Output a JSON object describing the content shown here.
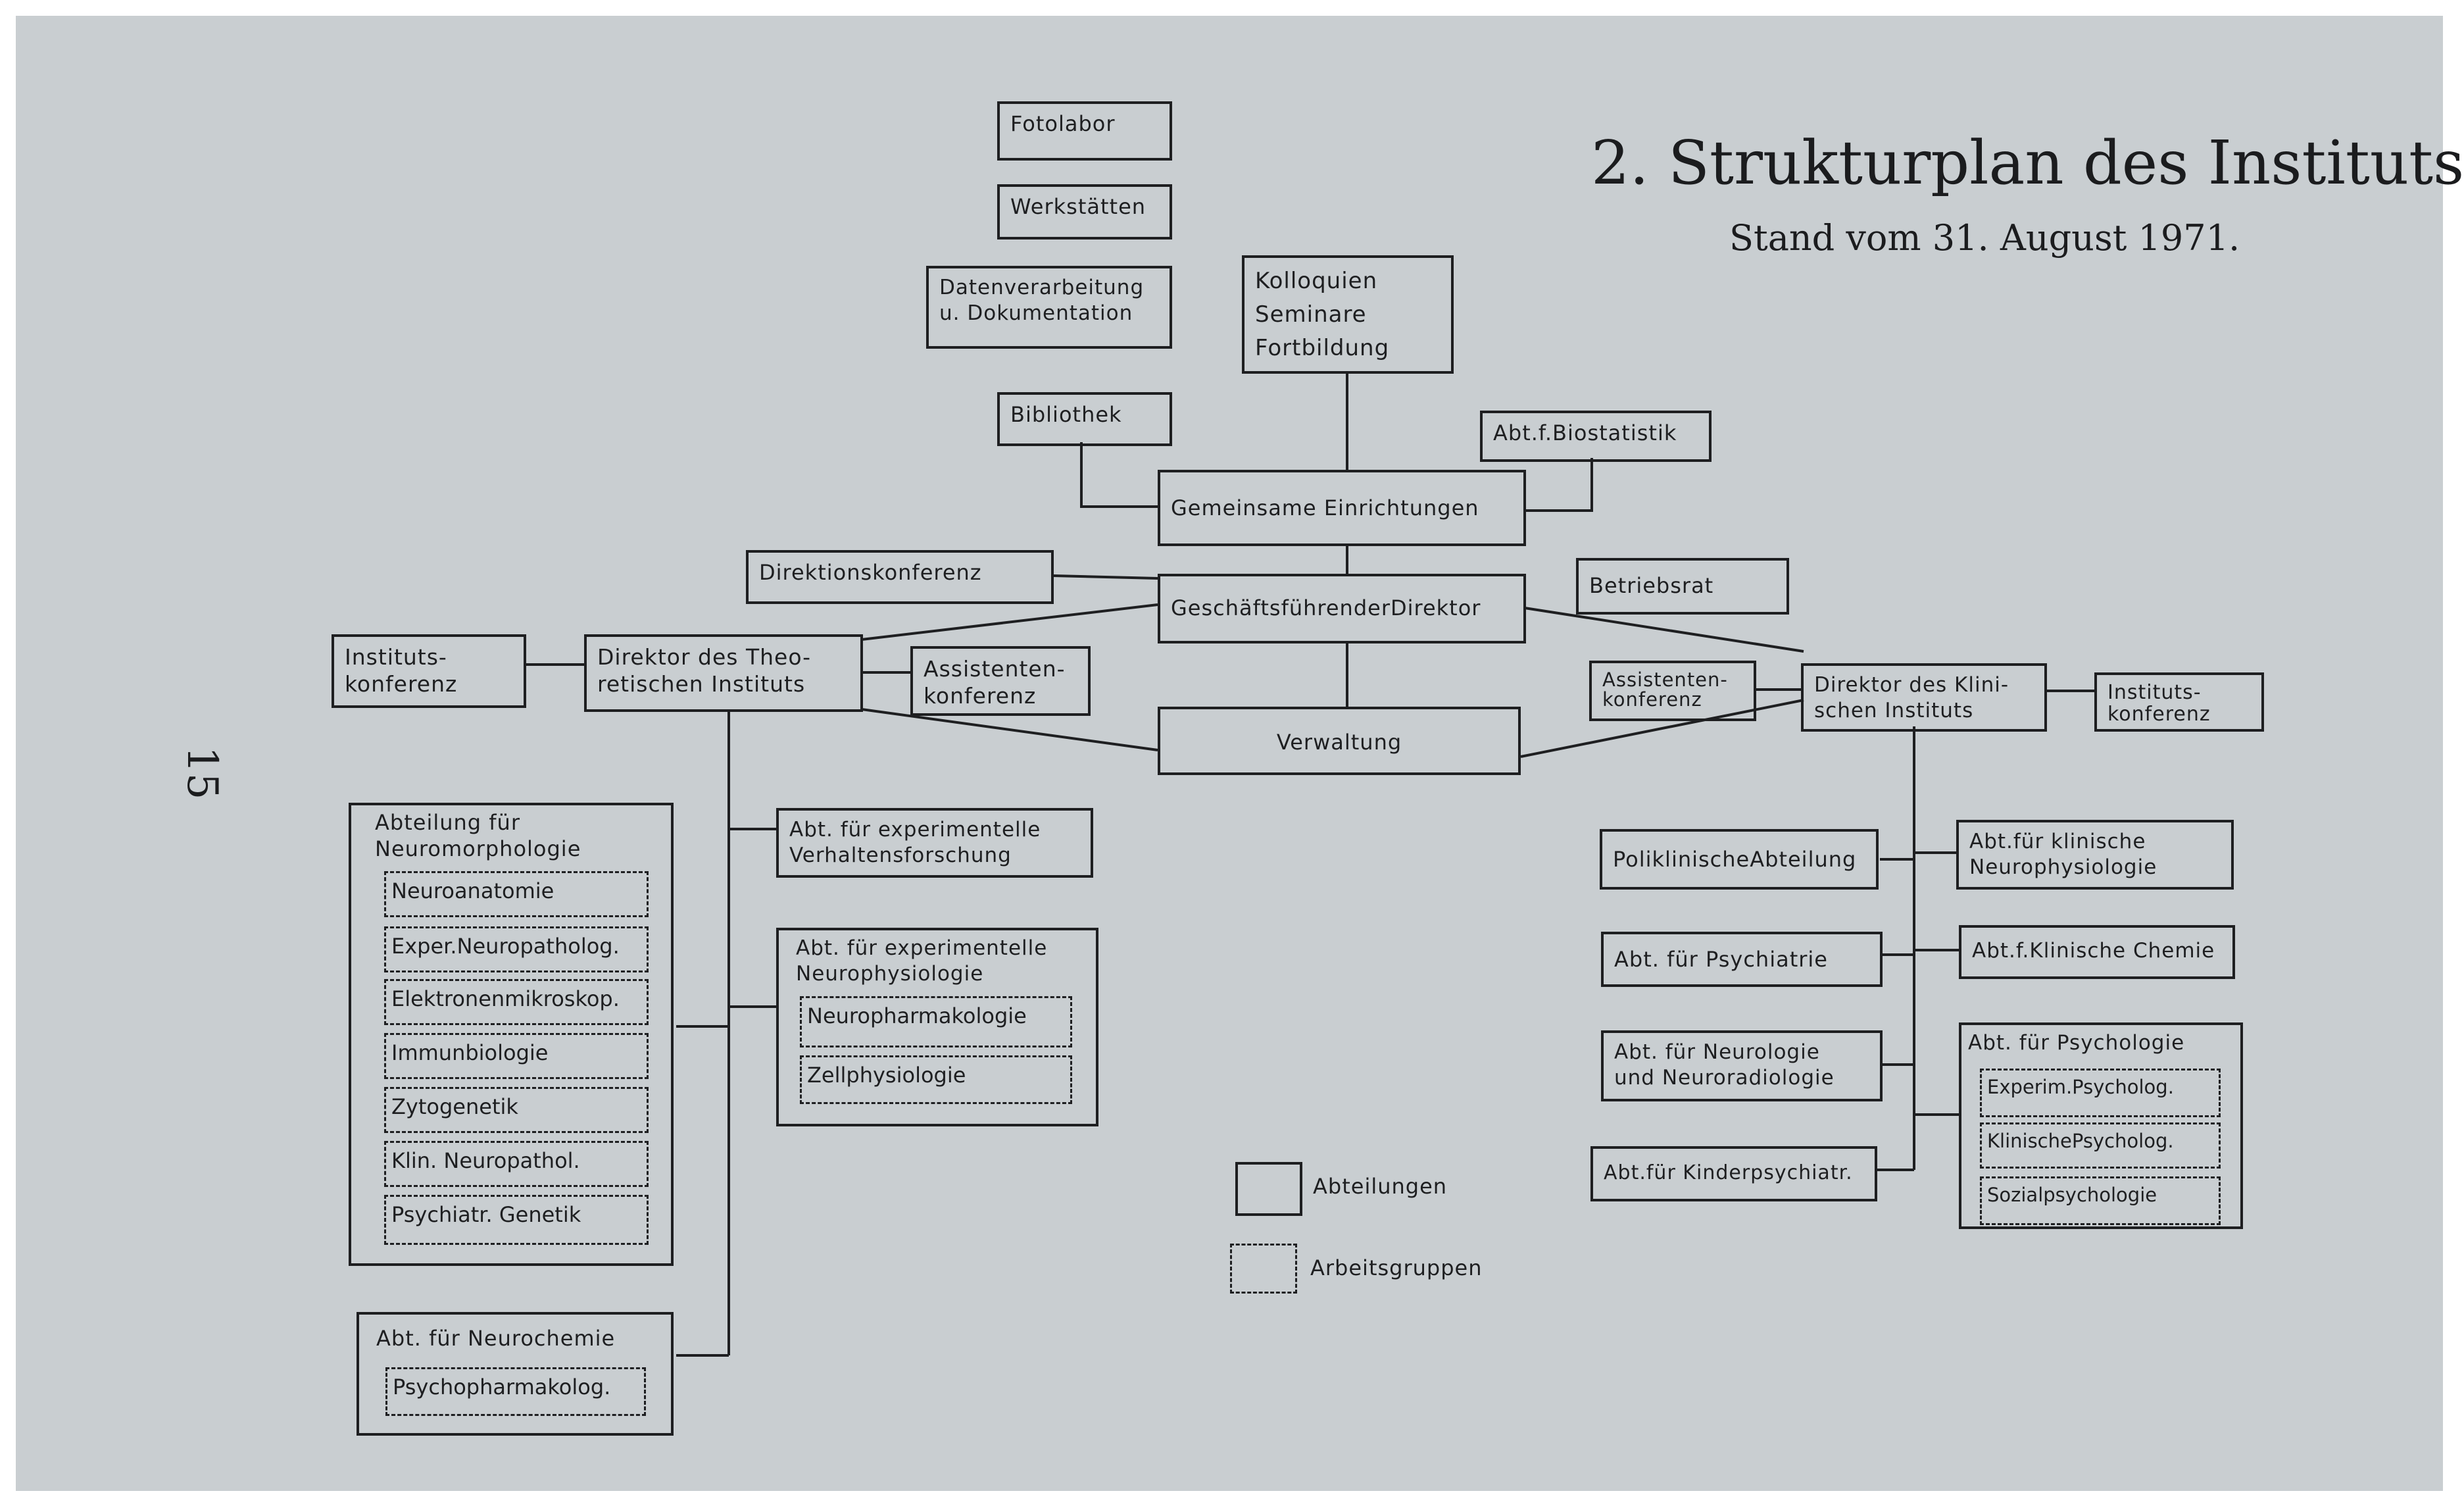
{
  "heading": {
    "title": "2. Strukturplan des Instituts",
    "subtitle": "Stand vom 31. August 1971.",
    "page_number": "15"
  },
  "nodes": {
    "fotolabor": "Fotolabor",
    "werkstaetten": "Werkstätten",
    "datenverarbeitung": "Datenverarbeitung\nu. Dokumentation",
    "kolloquien": "Kolloquien\nSeminare\nFortbildung",
    "bibliothek": "Bibliothek",
    "biostatistik": "Abt.f.Biostatistik",
    "gemeinsame": "Gemeinsame Einrichtungen",
    "direktionskonferenz": "Direktionskonferenz",
    "geschaeftsfuehrender": "GeschäftsführenderDirektor",
    "betriebsrat": "Betriebsrat",
    "verwaltung": "Verwaltung",
    "instituts_konferenz_left": "Instituts-\nkonferenz",
    "direktor_theo": "Direktor des Theo-\nretischen Instituts",
    "assistenten_left": "Assistenten-\nkonferenz",
    "assistenten_right": "Assistenten-\nkonferenz",
    "direktor_klin": "Direktor des Klini-\nschen Instituts",
    "instituts_konferenz_right": "Instituts-\nkonferenz",
    "verhaltensforschung": "Abt. für experimentelle\nVerhaltensforschung",
    "poliklinische": "PoliklinischeAbteilung",
    "klin_neurophysiologie": "Abt.für klinische\nNeurophysiologie",
    "psychiatrie": "Abt. für Psychiatrie",
    "klin_chemie": "Abt.f.Klinische Chemie",
    "neurologie": "Abt. für Neurologie\nund Neuroradiologie",
    "kinderpsychiatrie": "Abt.für Kinderpsychiatr."
  },
  "departments": {
    "neuromorphologie": {
      "title": "Abteilung für\nNeuromorphologie",
      "groups": [
        "Neuroanatomie",
        "Exper.Neuropatholog.",
        "Elektronenmikroskop.",
        "Immunbiologie",
        "Zytogenetik",
        "Klin. Neuropathol.",
        "Psychiatr. Genetik"
      ]
    },
    "neurophysiologie": {
      "title": "Abt. für experimentelle\nNeurophysiologie",
      "groups": [
        "Neuropharmakologie",
        "Zellphysiologie"
      ]
    },
    "neurochemie": {
      "title": "Abt. für Neurochemie",
      "groups": [
        "Psychopharmakolog."
      ]
    },
    "psychologie": {
      "title": "Abt. für Psychologie",
      "groups": [
        "Experim.Psycholog.",
        "KlinischePsycholog.",
        "Sozialpsychologie"
      ]
    }
  },
  "legend": {
    "solid_label": "Abteilungen",
    "dashed_label": "Arbeitsgruppen"
  }
}
